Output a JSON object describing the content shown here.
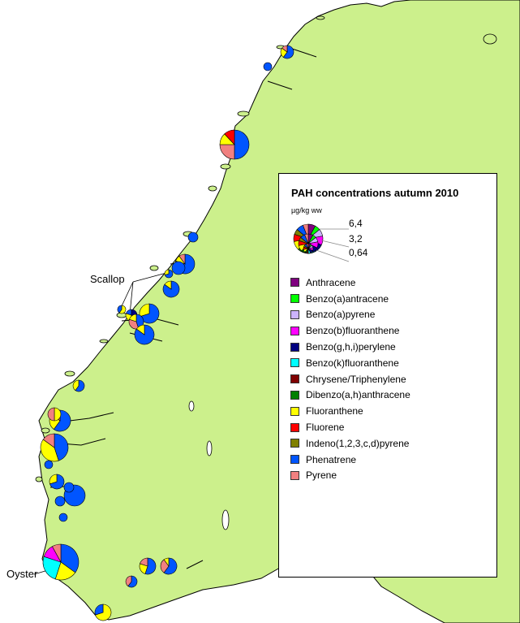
{
  "map": {
    "land_color": "#ccf08c",
    "labels": {
      "scallop": "Scallop",
      "oyster": "Oyster"
    }
  },
  "legend": {
    "title": "PAH concentrations autumn 2010",
    "unit": "µg/kg ww",
    "size_labels": [
      "6,4",
      "3,2",
      "0,64"
    ],
    "items": [
      {
        "label": "Anthracene",
        "color": "#7f007f"
      },
      {
        "label": "Benzo(a)antracene",
        "color": "#00ff00"
      },
      {
        "label": "Benzo(a)pyrene",
        "color": "#ccb3ff"
      },
      {
        "label": "Benzo(b)fluoranthene",
        "color": "#ff00ff"
      },
      {
        "label": "Benzo(g,h,i)perylene",
        "color": "#000080"
      },
      {
        "label": "Benzo(k)fluoranthene",
        "color": "#00ffff"
      },
      {
        "label": "Chrysene/Triphenylene",
        "color": "#800000"
      },
      {
        "label": "Dibenzo(a,h)anthracene",
        "color": "#008000"
      },
      {
        "label": "Fluoranthene",
        "color": "#ffff00"
      },
      {
        "label": "Fluorene",
        "color": "#ff0000"
      },
      {
        "label": "Indeno(1,2,3,c,d)pyrene",
        "color": "#808000"
      },
      {
        "label": "Phenatrene",
        "color": "#0055ff"
      },
      {
        "label": "Pyrene",
        "color": "#f08080"
      }
    ]
  }
}
